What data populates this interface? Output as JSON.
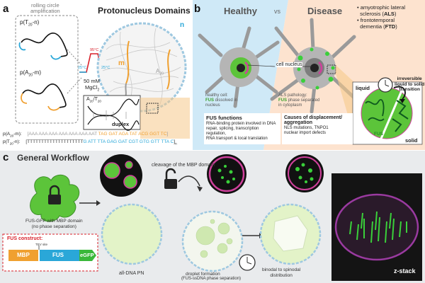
{
  "panel_a": {
    "label": "a",
    "rca": "rolling circle\namplification",
    "strand_t": "p(T",
    "strand_t_sub": "20",
    "strand_t_end": "-n)",
    "strand_a": "p(A",
    "strand_a_sub": "20",
    "strand_a_end": "-m)",
    "temp_label": "95°C",
    "temp_low1": "25°C",
    "temp_low2": "25°C",
    "buffer": "50 mM",
    "buffer2": "MgCl",
    "buffer2_sub": "2",
    "title": "Protonucleus Domains",
    "m_letter": "m",
    "n_letter": "n",
    "a20_label": "A",
    "a20_sub": "20",
    "duplex_ratio": "A",
    "duplex_ratio_sub1": "20",
    "duplex_ratio_mid": "/T",
    "duplex_ratio_sub2": "20",
    "duplex_label": "duplex",
    "seq_a_name": "p(A",
    "seq_a_sub": "20",
    "seq_a_end": "-m):",
    "seq_a_grey": "[AAA AAA AAA AAA AAA AAA AAT",
    "seq_a_orange": "TAG GAT AGA TAT ACG GGT TC",
    "seq_a_close": "]",
    "seq_t_name": "p(T",
    "seq_t_sub": "20",
    "seq_t_end": "-n):",
    "seq_t_grey": "[TTTTTTTTTTTTTTTTTTTT",
    "seq_t_blue": "G ATT TTA GAG GAT CGT GTG GTT TTA C",
    "seq_t_close": "]",
    "seq_t_sub2": "n"
  },
  "panel_b": {
    "label": "b",
    "healthy": "Healthy",
    "vs": "vs",
    "disease": "Disease",
    "bullet1_pre": "amyotrophic lateral",
    "bullet1_b": "sclerosis (",
    "bullet1_abbr": "ALS",
    "bullet1_post": ")",
    "bullet2_pre": "frontotemporal",
    "bullet2_b": "dementia (",
    "bullet2_abbr": "FTD",
    "bullet2_post": ")",
    "cell_nucleus": "cell nucleus",
    "healthy_cell_1": "healthy cell:",
    "healthy_cell_2": "FUS",
    "healthy_cell_3": "dissolved in",
    "healthy_cell_4": "nucleus",
    "als_1": "ALS pathology:",
    "als_2": "FUS",
    "als_3": "phase separated",
    "als_4": "in cytoplasm",
    "fus_title": "FUS functions",
    "fus_text_1": "RNA-binding protein involved in DNA",
    "fus_text_2": "repair, splicing, transcription regulation,",
    "fus_text_3": "RNA transport & local translation",
    "causes_title_1": "Causes of displacement/",
    "causes_title_2": "aggregation",
    "causes_text_1": "NLS mutations, TNPO1",
    "causes_text_2": "nuclear import defects",
    "transition_1": "irreversible",
    "transition_2": "liquid to solid",
    "transition_3": "transition",
    "liquid": "liquid",
    "solid": "solid",
    "fus_small": "FUS"
  },
  "panel_c": {
    "label": "c",
    "title": "General Workflow",
    "cleavage": "cleavage of the MBP domain",
    "fus_gfp_1": "FUS-GFP with MBP domain",
    "fus_gfp_2": "(no phase separation)",
    "construct_title": "FUS construct:",
    "tev": "TEV site",
    "mbp": "MBP",
    "fus": "FUS",
    "egfp": "eGFP",
    "pn": "all-DNA PN",
    "droplet_1": "droplet formation",
    "droplet_2": "(FUS-ssDNA phase separation)",
    "binodal_1": "binodal to spinodal",
    "binodal_2": "distribution",
    "zstack": "z-stack"
  },
  "colors": {
    "orange": "#f0a030",
    "blue": "#2aa7d8",
    "green": "#5cc43a",
    "bright_green": "#3ad03a",
    "magenta": "#d0409c",
    "red": "#d8202a",
    "healthy_bg": "#cfe9f7",
    "disease_bg": "#fde3cf",
    "panel_c_bg": "#e9ebed"
  }
}
